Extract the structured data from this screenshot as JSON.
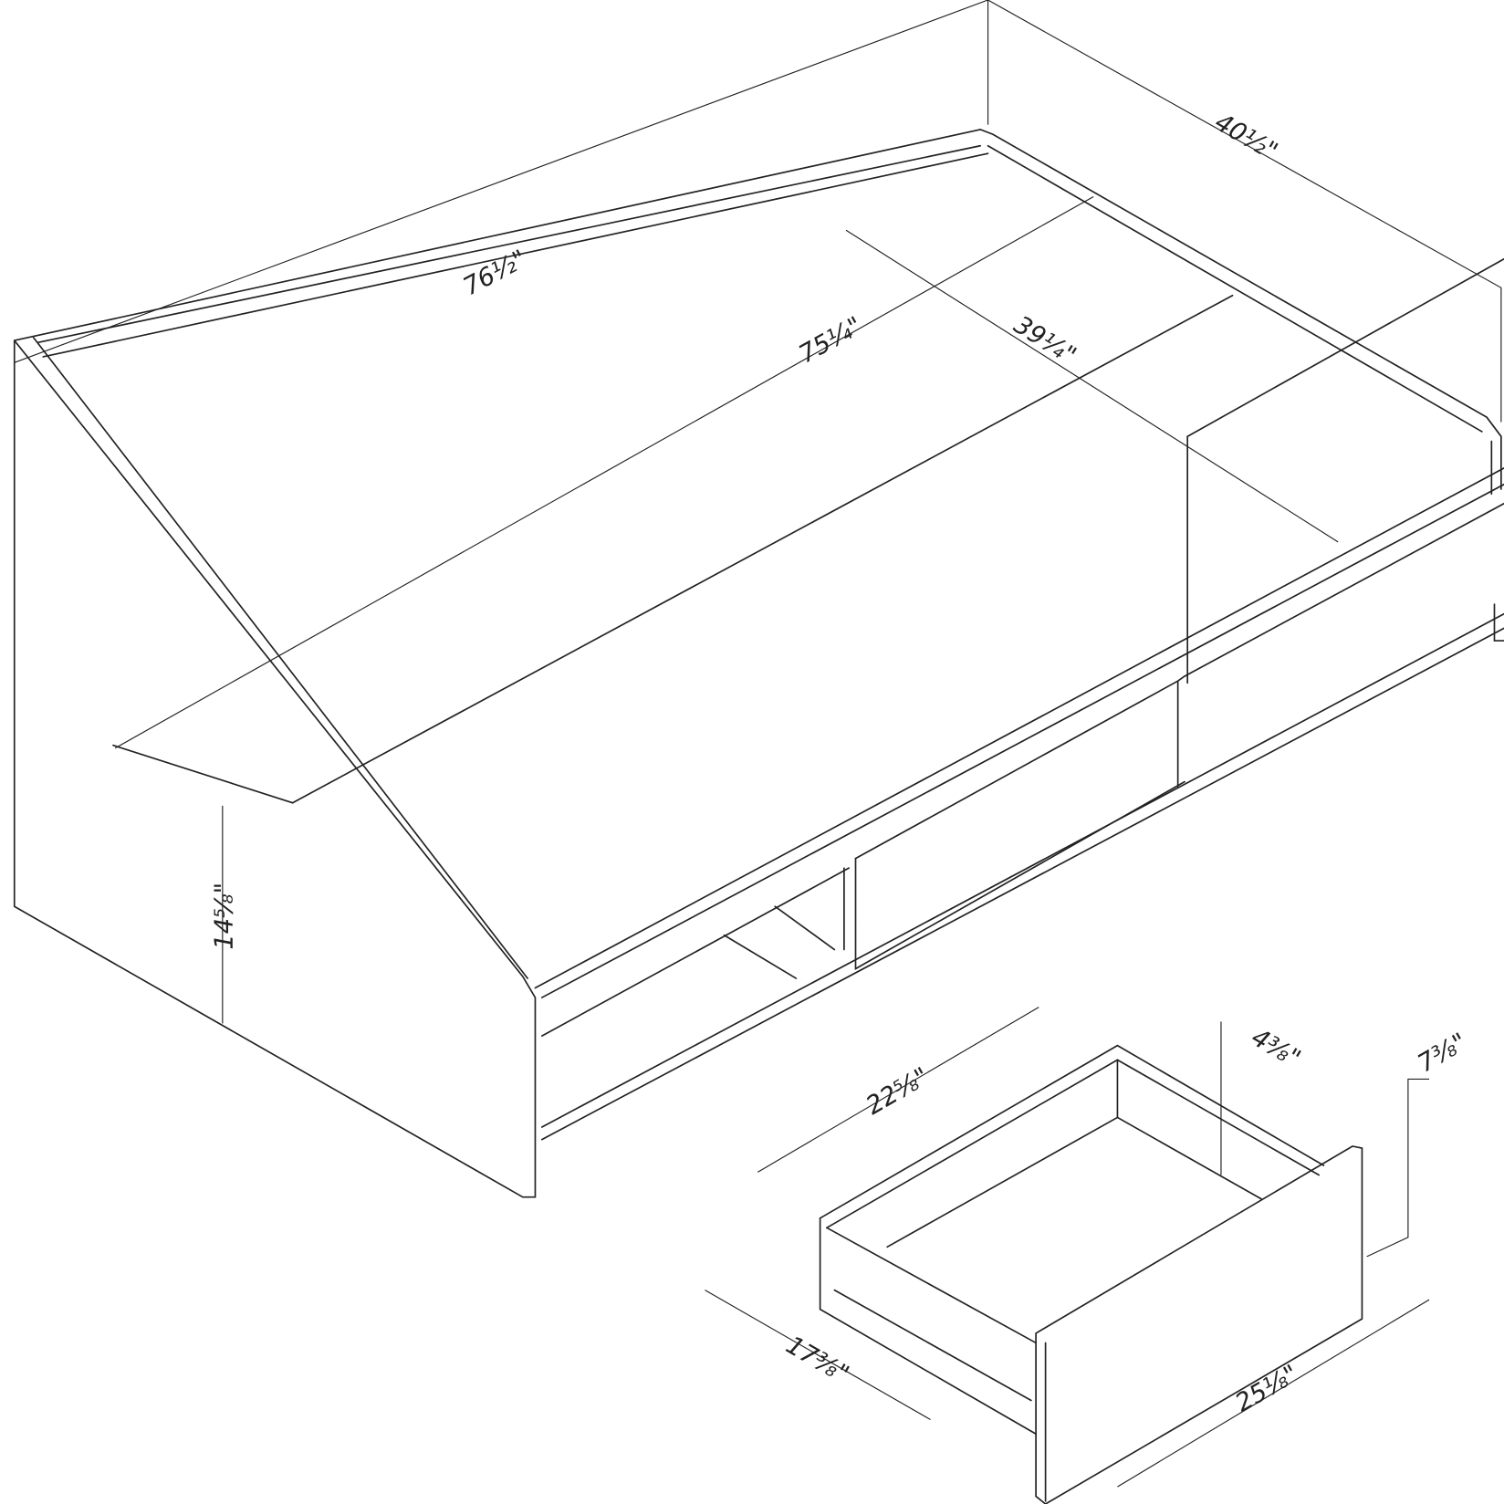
{
  "diagram": {
    "subject": "bed-with-drawers-dimensions",
    "line_color": "#222222",
    "background": "#ffffff",
    "dimensions": {
      "bed_length": "76½\"",
      "bed_width": "40½\"",
      "mattress_length": "75¼\"",
      "mattress_width": "39¼\"",
      "bed_height": "14⅝\"",
      "drawer_depth": "22⅝\"",
      "drawer_inner_height": "4⅜\"",
      "drawer_front_height": "7⅜\"",
      "drawer_box_width": "17⅜\"",
      "drawer_front_width": "25⅛\""
    }
  }
}
